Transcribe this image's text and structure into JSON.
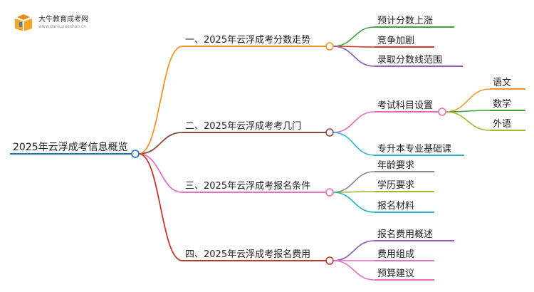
{
  "logo": {
    "name": "大牛教育成考网",
    "url": "www.daniuxueshao.cn"
  },
  "root": {
    "label": "2025年云浮成考信息概览",
    "color": "#1f6fb5"
  },
  "branches": [
    {
      "label": "一、2025年云浮成考分数走势",
      "color": "#f0962b",
      "children": [
        {
          "label": "预计分数上涨",
          "color": "#3aa53a"
        },
        {
          "label": "竞争加剧",
          "color": "#d9342b"
        },
        {
          "label": "录取分数线范围",
          "color": "#8e5bb5"
        }
      ]
    },
    {
      "label": "二、2025年云浮成考考几门",
      "color": "#8b4a3c",
      "children": [
        {
          "label": "考试科目设置",
          "color": "#e36fc1",
          "children": [
            {
              "label": "语文",
              "color": "#f0962b"
            },
            {
              "label": "数学",
              "color": "#3aa53a"
            },
            {
              "label": "外语",
              "color": "#a8b52f"
            }
          ]
        },
        {
          "label": "专升本专业基础课",
          "color": "#2ab3c9"
        }
      ]
    },
    {
      "label": "三、2025年云浮成考报名条件",
      "color": "#e36fc1",
      "children": [
        {
          "label": "年龄要求",
          "color": "#8a8a8a"
        },
        {
          "label": "学历要求",
          "color": "#a8b52f"
        },
        {
          "label": "报名材料",
          "color": "#2ab3c9"
        }
      ]
    },
    {
      "label": "四、2025年云浮成考报名费用",
      "color": "#c0392b",
      "children": [
        {
          "label": "报名费用概述",
          "color": "#8e5bb5"
        },
        {
          "label": "费用组成",
          "color": "#e36fc1"
        },
        {
          "label": "预算建议",
          "color": "#e36fc1"
        }
      ]
    }
  ]
}
